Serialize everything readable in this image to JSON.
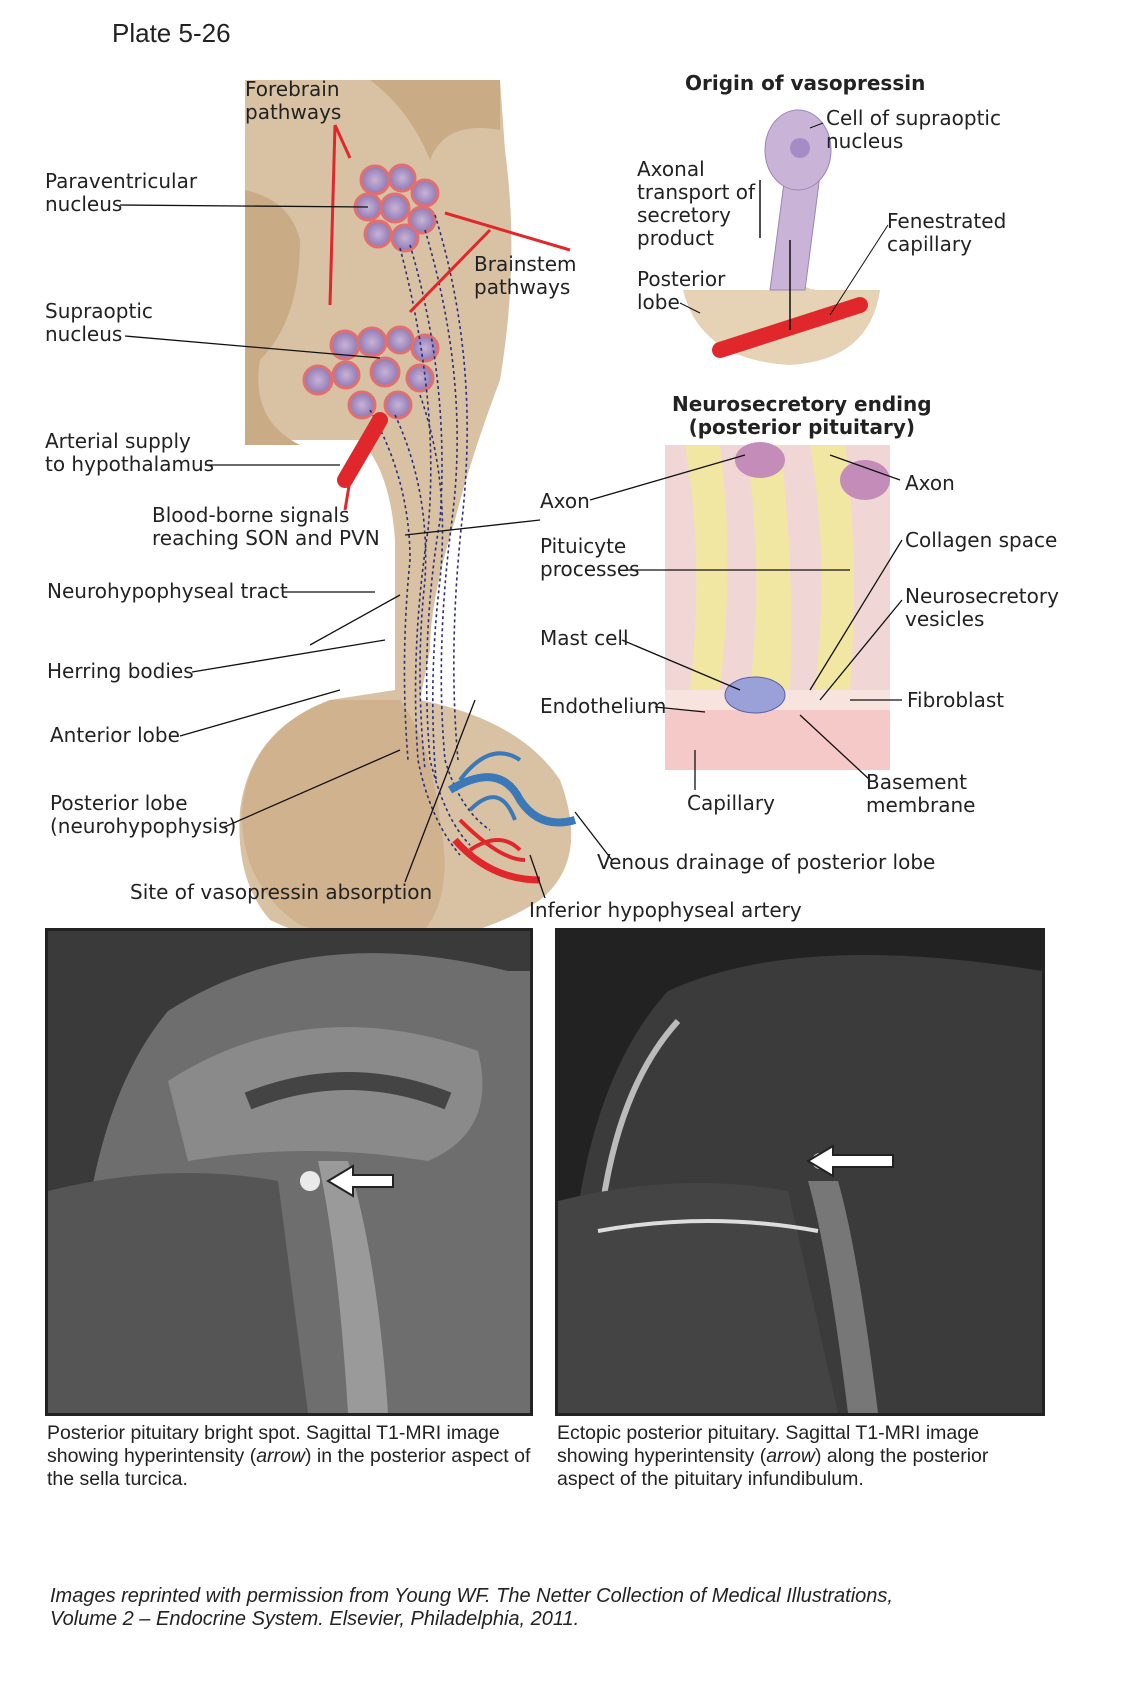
{
  "plate": "Plate 5-26",
  "main_labels": {
    "forebrain": "Forebrain\npathways",
    "paraventricular": "Paraventricular\nnucleus",
    "brainstem": "Brainstem\npathways",
    "supraoptic": "Supraoptic\nnucleus",
    "arterial_supply": "Arterial supply\nto hypothalamus",
    "blood_borne": "Blood-borne signals\nreaching SON and PVN",
    "neurohypophyseal_tract": "Neurohypophyseal tract",
    "herring_bodies": "Herring bodies",
    "anterior_lobe": "Anterior lobe",
    "posterior_lobe": "Posterior lobe\n(neurohypophysis)",
    "site_absorption": "Site of vasopressin absorption",
    "venous_drainage": "Venous drainage of posterior lobe",
    "inferior_artery": "Inferior hypophyseal artery"
  },
  "origin_panel": {
    "title": "Origin of vasopressin",
    "cell": "Cell of supraoptic\nnucleus",
    "axonal": "Axonal\ntransport of\nsecretory\nproduct",
    "fenestrated": "Fenestrated\ncapillary",
    "posterior_lobe": "Posterior\nlobe"
  },
  "ending_panel": {
    "title": "Neurosecretory ending\n(posterior pituitary)",
    "axon_left": "Axon",
    "axon_right": "Axon",
    "pituicyte": "Pituicyte\nprocesses",
    "collagen": "Collagen space",
    "mast_cell": "Mast cell",
    "vesicles": "Neurosecretory\nvesicles",
    "endothelium": "Endothelium",
    "fibroblast": "Fibroblast",
    "capillary": "Capillary",
    "basement": "Basement\nmembrane"
  },
  "mri_left": {
    "caption_a": "Posterior pituitary bright spot. Sagittal T1-MRI image showing hyperintensity (",
    "caption_em": "arrow",
    "caption_b": ") in the posterior aspect of the sella turcica."
  },
  "mri_right": {
    "caption_a": "Ectopic posterior pituitary. Sagittal T1-MRI image showing hyperintensity (",
    "caption_em": "arrow",
    "caption_b": ") along the posterior aspect of the pituitary infundibulum."
  },
  "credit": "Images reprinted with permission from Young WF. The Netter Collection of Medical Illustrations,\nVolume 2 – Endocrine System. Elsevier, Philadelphia, 2011.",
  "colors": {
    "tan": "#d9c2a3",
    "darktan": "#c9ab85",
    "red": "#e0282c",
    "nerve": "#2b2f7a",
    "vein": "#3a78b8"
  }
}
